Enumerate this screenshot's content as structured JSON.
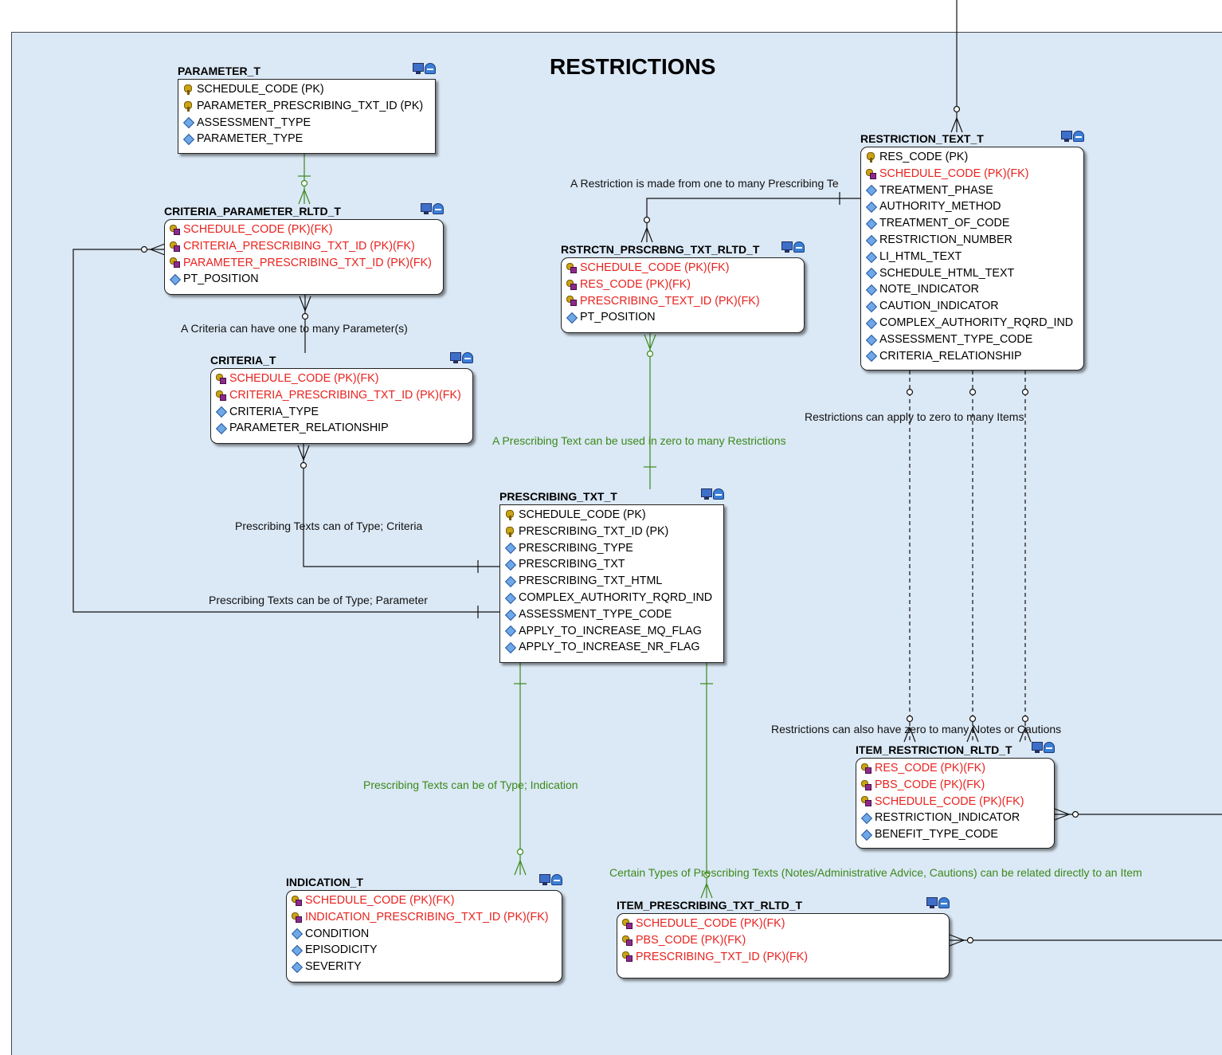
{
  "diagram_title": "RESTRICTIONS",
  "entities": {
    "parameter_t": {
      "name": "PARAMETER_T",
      "attributes": [
        {
          "text": "SCHEDULE_CODE (PK)",
          "kind": "pk"
        },
        {
          "text": "PARAMETER_PRESCRIBING_TXT_ID (PK)",
          "kind": "pk"
        },
        {
          "text": "ASSESSMENT_TYPE",
          "kind": "attr"
        },
        {
          "text": "PARAMETER_TYPE",
          "kind": "attr"
        }
      ]
    },
    "criteria_parameter_rltd_t": {
      "name": "CRITERIA_PARAMETER_RLTD_T",
      "attributes": [
        {
          "text": "SCHEDULE_CODE (PK)(FK)",
          "kind": "fk"
        },
        {
          "text": "CRITERIA_PRESCRIBING_TXT_ID (PK)(FK)",
          "kind": "fk"
        },
        {
          "text": "PARAMETER_PRESCRIBING_TXT_ID (PK)(FK)",
          "kind": "fk"
        },
        {
          "text": "PT_POSITION",
          "kind": "attr"
        }
      ]
    },
    "criteria_t": {
      "name": "CRITERIA_T",
      "attributes": [
        {
          "text": "SCHEDULE_CODE (PK)(FK)",
          "kind": "fk"
        },
        {
          "text": "CRITERIA_PRESCRIBING_TXT_ID (PK)(FK)",
          "kind": "fk"
        },
        {
          "text": "CRITERIA_TYPE",
          "kind": "attr"
        },
        {
          "text": "PARAMETER_RELATIONSHIP",
          "kind": "attr"
        }
      ]
    },
    "rstrctn_prscrbng_txt_rltd_t": {
      "name": "RSTRCTN_PRSCRBNG_TXT_RLTD_T",
      "attributes": [
        {
          "text": "SCHEDULE_CODE (PK)(FK)",
          "kind": "fk"
        },
        {
          "text": "RES_CODE (PK)(FK)",
          "kind": "fk"
        },
        {
          "text": "PRESCRIBING_TEXT_ID (PK)(FK)",
          "kind": "fk"
        },
        {
          "text": "PT_POSITION",
          "kind": "attr"
        }
      ]
    },
    "restriction_text_t": {
      "name": "RESTRICTION_TEXT_T",
      "attributes": [
        {
          "text": "RES_CODE (PK)",
          "kind": "pk"
        },
        {
          "text": "SCHEDULE_CODE (PK)(FK)",
          "kind": "fk"
        },
        {
          "text": "TREATMENT_PHASE",
          "kind": "attr"
        },
        {
          "text": "AUTHORITY_METHOD",
          "kind": "attr"
        },
        {
          "text": "TREATMENT_OF_CODE",
          "kind": "attr"
        },
        {
          "text": "RESTRICTION_NUMBER",
          "kind": "attr"
        },
        {
          "text": "LI_HTML_TEXT",
          "kind": "attr"
        },
        {
          "text": "SCHEDULE_HTML_TEXT",
          "kind": "attr"
        },
        {
          "text": "NOTE_INDICATOR",
          "kind": "attr"
        },
        {
          "text": "CAUTION_INDICATOR",
          "kind": "attr"
        },
        {
          "text": "COMPLEX_AUTHORITY_RQRD_IND",
          "kind": "attr"
        },
        {
          "text": "ASSESSMENT_TYPE_CODE",
          "kind": "attr"
        },
        {
          "text": "CRITERIA_RELATIONSHIP",
          "kind": "attr"
        }
      ]
    },
    "prescribing_txt_t": {
      "name": "PRESCRIBING_TXT_T",
      "attributes": [
        {
          "text": "SCHEDULE_CODE (PK)",
          "kind": "pk"
        },
        {
          "text": "PRESCRIBING_TXT_ID (PK)",
          "kind": "pk"
        },
        {
          "text": "PRESCRIBING_TYPE",
          "kind": "attr"
        },
        {
          "text": "PRESCRIBING_TXT",
          "kind": "attr"
        },
        {
          "text": "PRESCRIBING_TXT_HTML",
          "kind": "attr"
        },
        {
          "text": "COMPLEX_AUTHORITY_RQRD_IND",
          "kind": "attr"
        },
        {
          "text": "ASSESSMENT_TYPE_CODE",
          "kind": "attr"
        },
        {
          "text": "APPLY_TO_INCREASE_MQ_FLAG",
          "kind": "attr"
        },
        {
          "text": "APPLY_TO_INCREASE_NR_FLAG",
          "kind": "attr"
        }
      ]
    },
    "item_restriction_rltd_t": {
      "name": "ITEM_RESTRICTION_RLTD_T",
      "attributes": [
        {
          "text": "RES_CODE (PK)(FK)",
          "kind": "fk"
        },
        {
          "text": "PBS_CODE (PK)(FK)",
          "kind": "fk"
        },
        {
          "text": "SCHEDULE_CODE (PK)(FK)",
          "kind": "fk"
        },
        {
          "text": "RESTRICTION_INDICATOR",
          "kind": "attr"
        },
        {
          "text": "BENEFIT_TYPE_CODE",
          "kind": "attr"
        }
      ]
    },
    "indication_t": {
      "name": "INDICATION_T",
      "attributes": [
        {
          "text": "SCHEDULE_CODE (PK)(FK)",
          "kind": "fk"
        },
        {
          "text": "INDICATION_PRESCRIBING_TXT_ID (PK)(FK)",
          "kind": "fk"
        },
        {
          "text": "CONDITION",
          "kind": "attr"
        },
        {
          "text": "EPISODICITY",
          "kind": "attr"
        },
        {
          "text": "SEVERITY",
          "kind": "attr"
        }
      ]
    },
    "item_prescribing_txt_rltd_t": {
      "name": "ITEM_PRESCRIBING_TXT_RLTD_T",
      "attributes": [
        {
          "text": "SCHEDULE_CODE (PK)(FK)",
          "kind": "fk"
        },
        {
          "text": "PBS_CODE (PK)(FK)",
          "kind": "fk"
        },
        {
          "text": "PRESCRIBING_TXT_ID (PK)(FK)",
          "kind": "fk"
        }
      ]
    }
  },
  "relationship_labels": {
    "restriction_prescribing": "A Restriction is made from one to many Prescribing Te",
    "criteria_parameters": "A Criteria can have one to many Parameter(s)",
    "restriction_items": "Restrictions can apply to zero to many Items",
    "prescribing_in_restrictions": "A Prescribing Text can be used in zero to many Restrictions",
    "type_criteria": "Prescribing Texts can of Type; Criteria",
    "type_parameter": "Prescribing Texts can be of Type; Parameter",
    "notes_cautions": "Restrictions can also have zero to many Notes or Cautions",
    "type_indication": "Prescribing Texts can be of Type; Indication",
    "item_related": "Certain Types of Prescribing Texts (Notes/Administrative Advice, Cautions) can be related directly to an Item"
  },
  "colors": {
    "background": "#dbe8f5",
    "fk_text": "#e8231f",
    "green_relationship": "#3a8a1a"
  }
}
